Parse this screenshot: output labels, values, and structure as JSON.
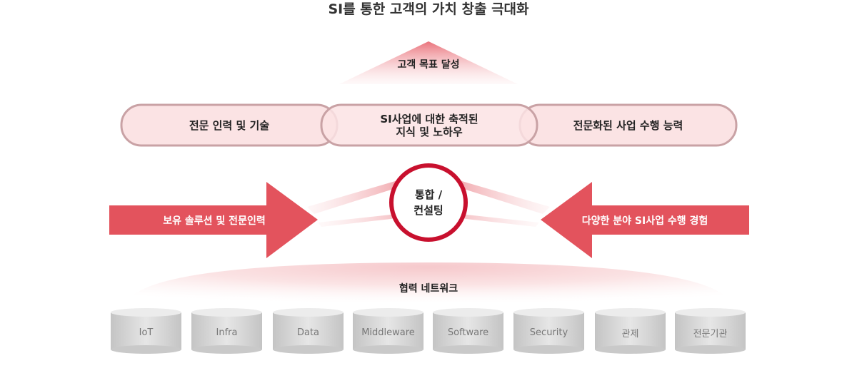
{
  "title": "SI를 통한 고객의 가치 창출 극대화",
  "goal": "고객 목표 달성",
  "pills": [
    {
      "lines": [
        "전문 인력 및 기술"
      ]
    },
    {
      "lines": [
        "SI사업에 대한 축적된",
        "지식 및 노하우"
      ]
    },
    {
      "lines": [
        "전문화된 사업 수행 능력"
      ]
    }
  ],
  "center": {
    "line1": "통합 /",
    "line2": "컨설팅"
  },
  "left_arrow": "보유 솔루션 및 전문인력",
  "right_arrow": "다양한 분야 SI사업 수행 경험",
  "network": {
    "label": "협력 네트워크",
    "items": [
      "IoT",
      "Infra",
      "Data",
      "Middleware",
      "Software",
      "Security",
      "관제",
      "전문기관"
    ]
  },
  "colors": {
    "accent": "#e3535d",
    "accent_dark": "#c8102e",
    "pill_fill": "#fbe3e4",
    "pill_border": "#c9a2a5",
    "cylinder": "#d6d6d6"
  }
}
